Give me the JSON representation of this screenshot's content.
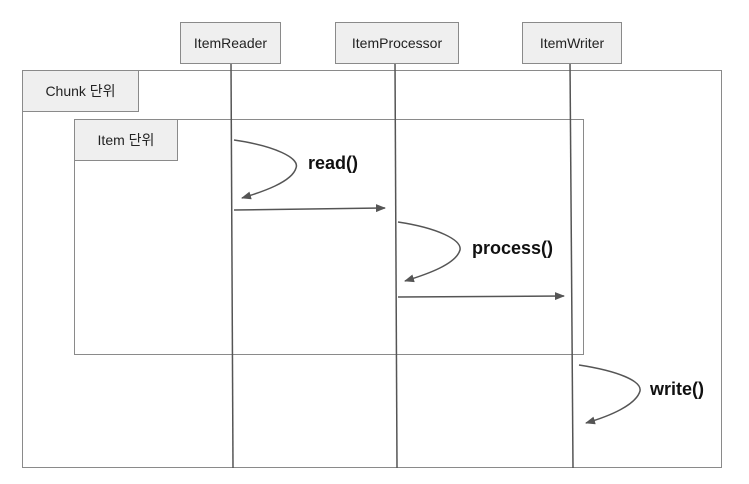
{
  "participants": [
    {
      "name": "ItemReader"
    },
    {
      "name": "ItemProcessor"
    },
    {
      "name": "ItemWriter"
    }
  ],
  "frames": {
    "chunk": {
      "label": "Chunk 단위"
    },
    "item": {
      "label": "Item 단위"
    }
  },
  "messages": [
    {
      "label": "read()",
      "kind": "self",
      "from": "ItemReader"
    },
    {
      "kind": "call",
      "from": "ItemReader",
      "to": "ItemProcessor"
    },
    {
      "label": "process()",
      "kind": "self",
      "from": "ItemProcessor"
    },
    {
      "kind": "call",
      "from": "ItemProcessor",
      "to": "ItemWriter"
    },
    {
      "label": "write()",
      "kind": "self",
      "from": "ItemWriter"
    }
  ],
  "colors": {
    "line": "#555555",
    "border": "#8a8a8a",
    "label_fill": "#efefef"
  }
}
